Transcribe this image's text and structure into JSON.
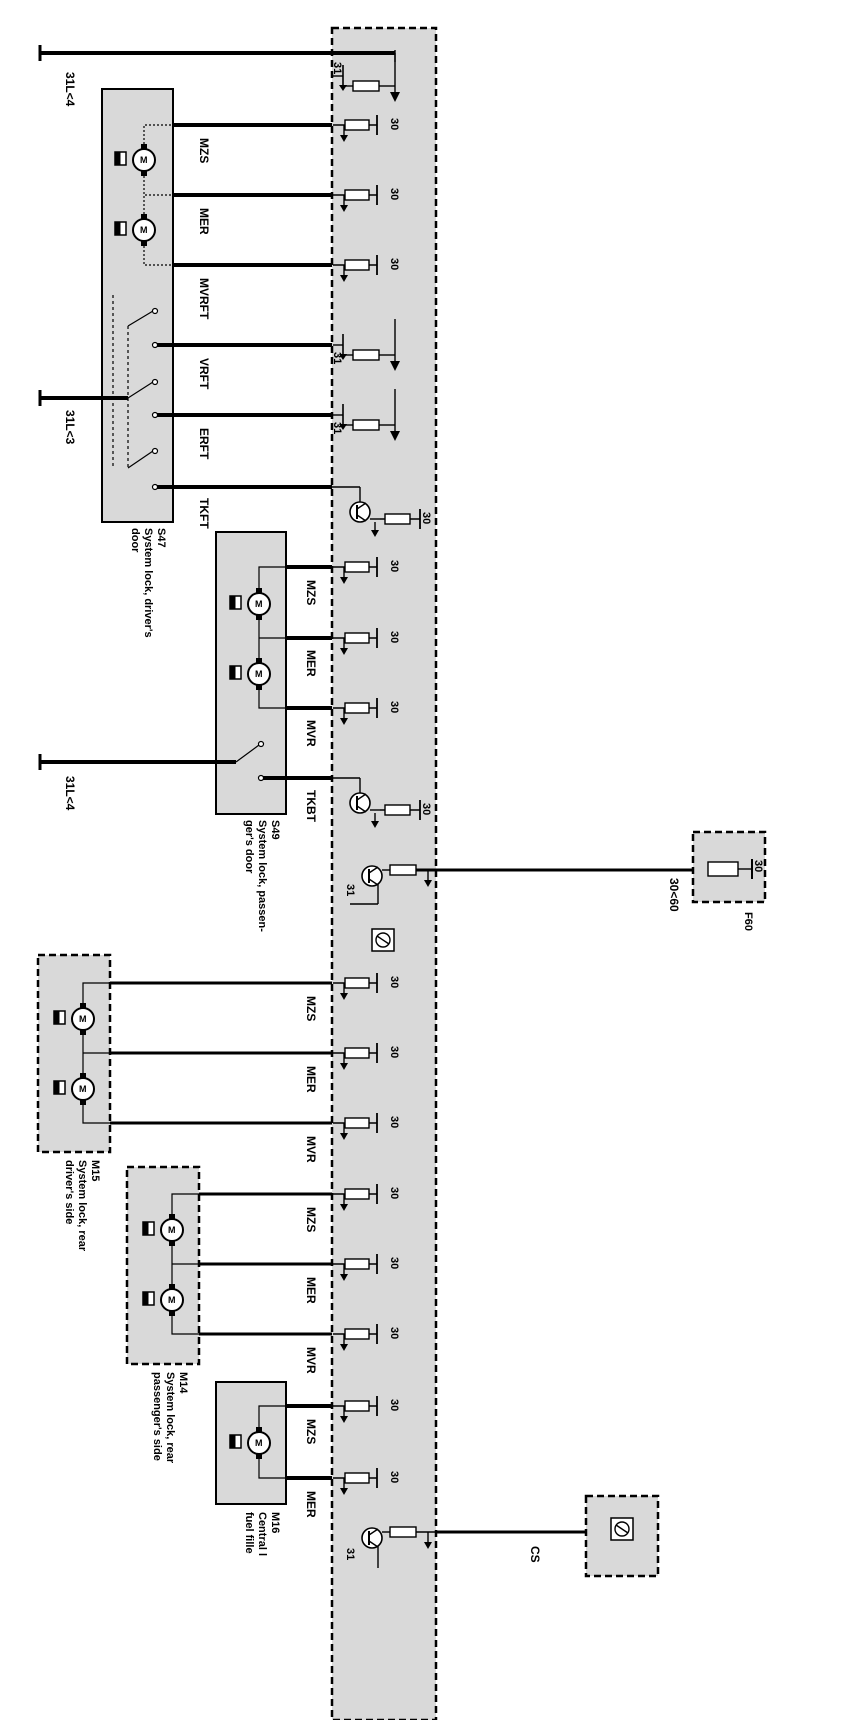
{
  "labels": {
    "gnd_top": "31L<4",
    "gnd_mid": "31L<3",
    "gnd_s49": "31L<4",
    "f60_in": "30<60",
    "cs": "CS",
    "t31": "31",
    "t30": "30",
    "motor_m": "M"
  },
  "components": {
    "s47": {
      "id": "S47",
      "desc": [
        "System lock, driver's",
        "door"
      ]
    },
    "s49": {
      "id": "S49",
      "desc": [
        "System lock, passen-",
        "ger's door"
      ]
    },
    "m15": {
      "id": "M15",
      "desc": [
        "System lock, rear",
        "driver's side"
      ]
    },
    "m14": {
      "id": "M14",
      "desc": [
        "System lock, rear",
        "passenger's side"
      ]
    },
    "m16": {
      "id": "M16",
      "desc": [
        "Central l",
        "fuel fille"
      ]
    },
    "f60": {
      "id": "F60"
    }
  },
  "wires": {
    "s47": [
      "MZS",
      "MER",
      "MVRFT",
      "VRFT",
      "ERFT",
      "TKFT"
    ],
    "s49": [
      "MZS",
      "MER",
      "MVR",
      "TKBT"
    ],
    "m15": [
      "MZS",
      "MER",
      "MVR"
    ],
    "m14": [
      "MZS",
      "MER",
      "MVR"
    ],
    "m16": [
      "MZS",
      "MER"
    ]
  }
}
